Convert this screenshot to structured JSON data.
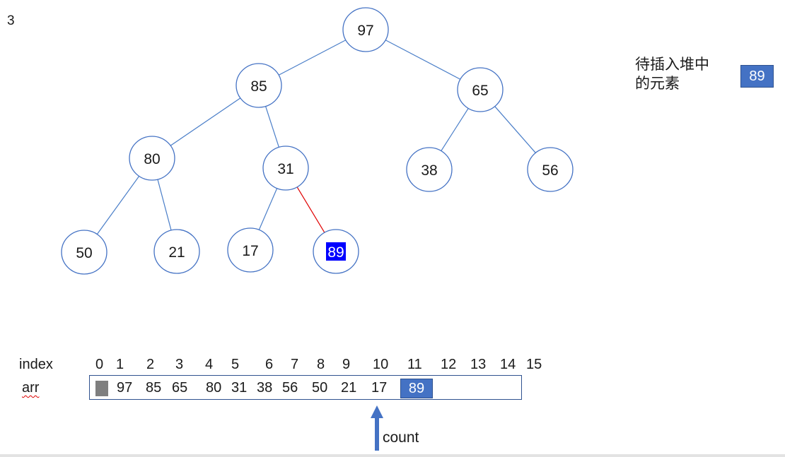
{
  "slide_number": "3",
  "tree": {
    "nodes": [
      {
        "id": "n97",
        "label": "97",
        "highlight": false
      },
      {
        "id": "n85",
        "label": "85",
        "highlight": false
      },
      {
        "id": "n65",
        "label": "65",
        "highlight": false
      },
      {
        "id": "n80",
        "label": "80",
        "highlight": false
      },
      {
        "id": "n31",
        "label": "31",
        "highlight": false
      },
      {
        "id": "n38",
        "label": "38",
        "highlight": false
      },
      {
        "id": "n56",
        "label": "56",
        "highlight": false
      },
      {
        "id": "n50",
        "label": "50",
        "highlight": false
      },
      {
        "id": "n21",
        "label": "21",
        "highlight": false
      },
      {
        "id": "n17",
        "label": "17",
        "highlight": false
      },
      {
        "id": "n89",
        "label": "89",
        "highlight": true
      }
    ],
    "edges": [
      {
        "from": "n97",
        "to": "n85",
        "highlight": false
      },
      {
        "from": "n97",
        "to": "n65",
        "highlight": false
      },
      {
        "from": "n85",
        "to": "n80",
        "highlight": false
      },
      {
        "from": "n85",
        "to": "n31",
        "highlight": false
      },
      {
        "from": "n65",
        "to": "n38",
        "highlight": false
      },
      {
        "from": "n65",
        "to": "n56",
        "highlight": false
      },
      {
        "from": "n80",
        "to": "n50",
        "highlight": false
      },
      {
        "from": "n80",
        "to": "n21",
        "highlight": false
      },
      {
        "from": "n31",
        "to": "n17",
        "highlight": false
      },
      {
        "from": "n31",
        "to": "n89",
        "highlight": true
      }
    ]
  },
  "pending": {
    "label_line1": "待插入堆中",
    "label_line2": "的元素",
    "value": "89"
  },
  "array": {
    "index_title": "index",
    "arr_title": "arr",
    "indices": [
      "0",
      "1",
      "2",
      "3",
      "4",
      "5",
      "6",
      "7",
      "8",
      "9",
      "10",
      "11",
      "12",
      "13",
      "14",
      "15"
    ],
    "values": [
      "97",
      "85",
      "65",
      "80",
      "31",
      "38",
      "56",
      "50",
      "21",
      "17"
    ],
    "new_value": "89",
    "pointer_label": "count"
  },
  "colors": {
    "node_stroke": "#4472c4",
    "edge": "#4a7ec8",
    "edge_highlight": "#e00000",
    "highlight_fill": "#0000ff",
    "box_fill": "#4472c4"
  }
}
